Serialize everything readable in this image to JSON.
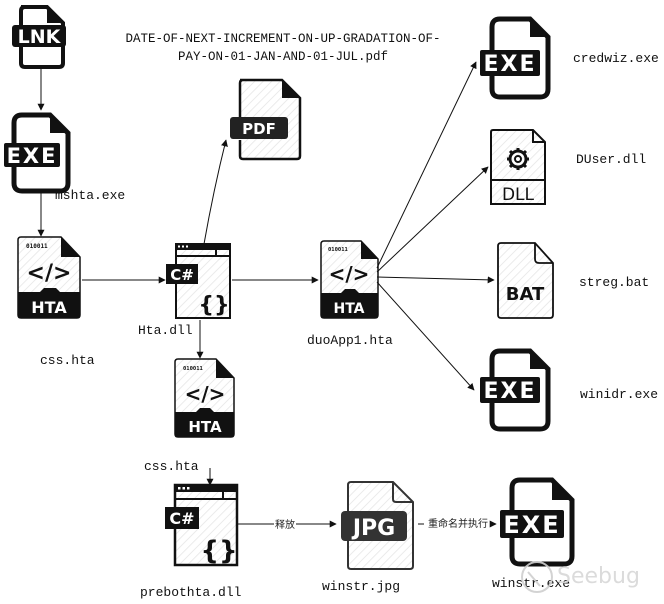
{
  "title": {
    "line1": "DATE-OF-NEXT-INCREMENT-ON-UP-GRADATION-OF-",
    "line2": "PAY-ON-01-JAN-AND-01-JUL.pdf"
  },
  "nodes": {
    "lnk": {
      "badge": "LNK",
      "icon": "lnk-file-icon"
    },
    "mshta": {
      "badge": "EXE",
      "label": "mshta.exe",
      "icon": "exe-file-icon"
    },
    "css_hta": {
      "badge": "HTA",
      "bits": "010011",
      "label": "css.hta",
      "icon": "hta-file-icon"
    },
    "hta_dll": {
      "badge": "C#",
      "label": "Hta.dll",
      "icon": "csharp-dll-icon"
    },
    "pdf": {
      "badge": "PDF",
      "icon": "pdf-file-icon"
    },
    "duoapp": {
      "badge": "HTA",
      "bits": "010011",
      "label": "duoApp1.hta",
      "icon": "hta-file-icon"
    },
    "css_hta2": {
      "badge": "HTA",
      "bits": "010011",
      "label": "css.hta",
      "icon": "hta-file-icon"
    },
    "preboth": {
      "badge": "C#",
      "label": "prebothta.dll",
      "icon": "csharp-dll-icon"
    },
    "winstr_jpg": {
      "badge": "JPG",
      "label": "winstr.jpg",
      "icon": "jpg-file-icon"
    },
    "winstr_exe": {
      "badge": "EXE",
      "label": "winstr.exe",
      "icon": "exe-file-icon"
    },
    "credwiz": {
      "badge": "EXE",
      "label": "credwiz.exe",
      "icon": "exe-file-icon"
    },
    "duser": {
      "badge": "DLL",
      "label": "DUser.dll",
      "icon": "dll-gear-icon"
    },
    "streg": {
      "badge": "BAT",
      "label": "streg.bat",
      "icon": "bat-file-icon"
    },
    "winidr": {
      "badge": "EXE",
      "label": "winidr.exe",
      "icon": "exe-file-icon"
    }
  },
  "edges": {
    "release_label": "释放",
    "rename_exec_label": "重命名并执行"
  },
  "watermark": "Seebug"
}
